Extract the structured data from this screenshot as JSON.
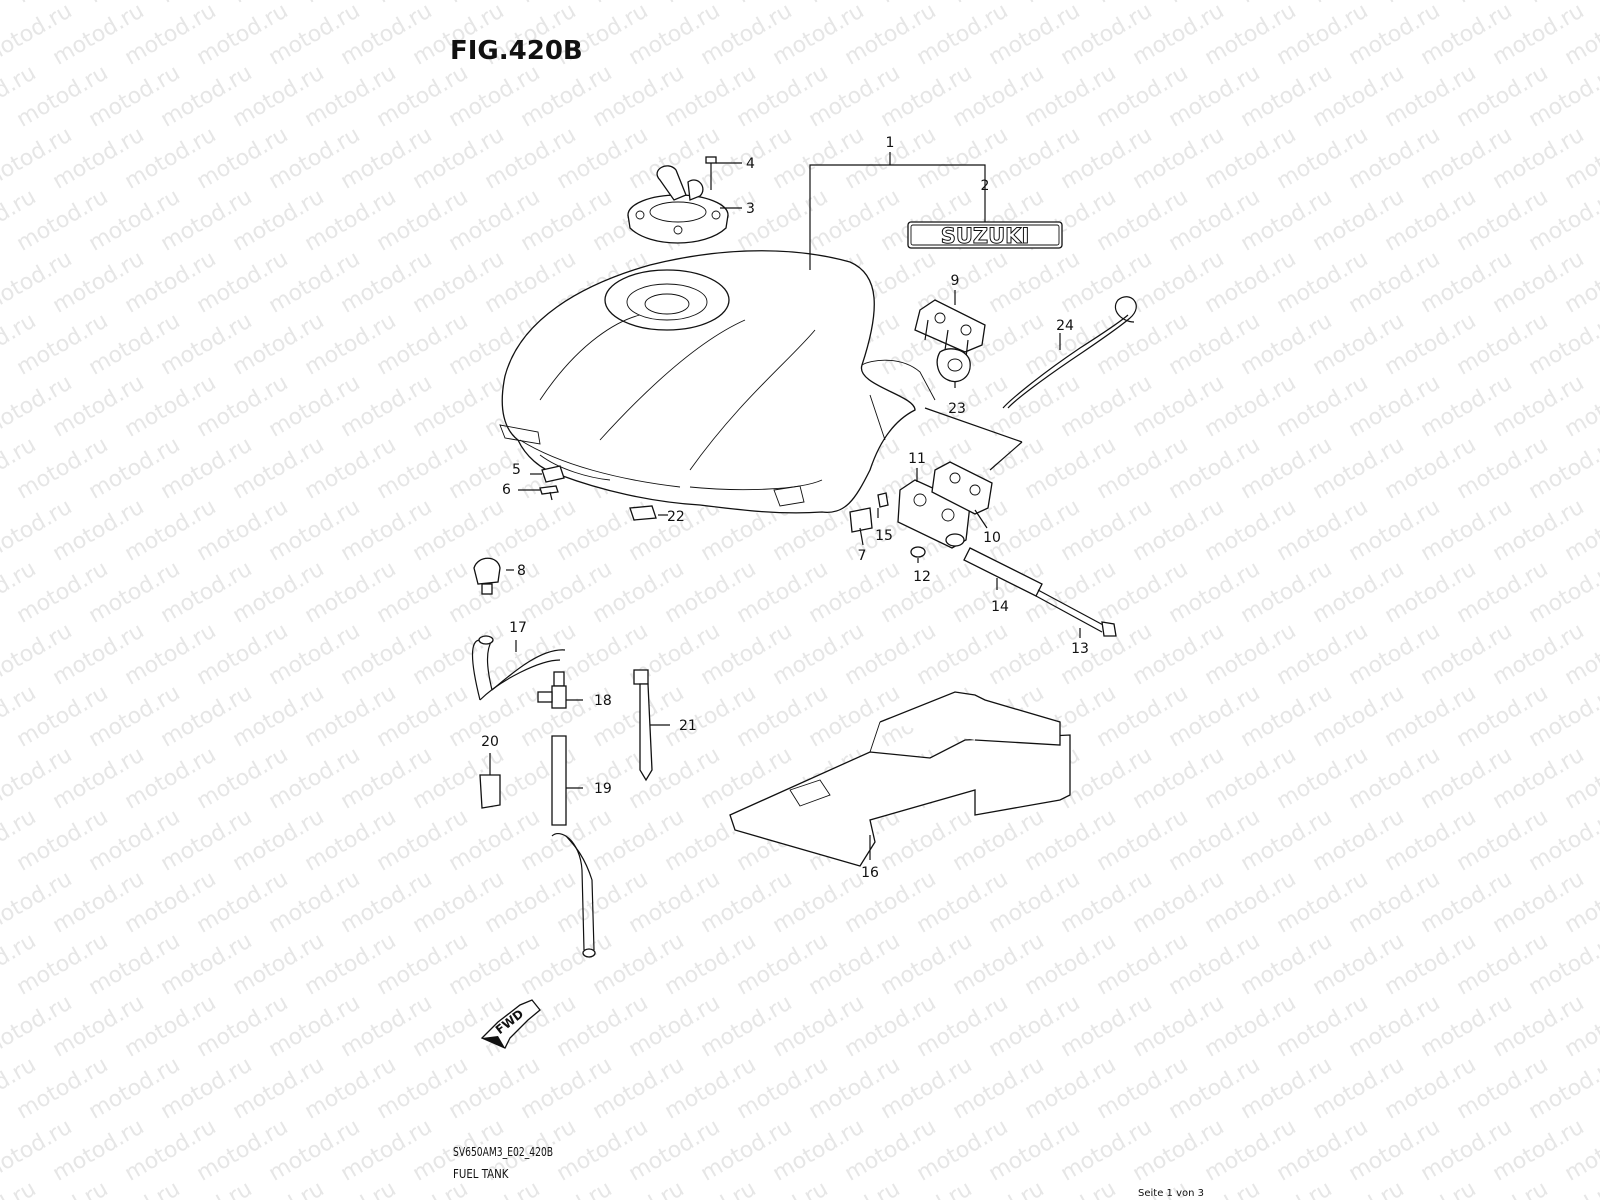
{
  "figure": {
    "title": "FIG.420B",
    "code": "SV650AM3_E02_420B",
    "caption": "FUEL TANK",
    "pager": "Seite 1 von 3"
  },
  "watermark": {
    "text": "motod.ru"
  },
  "emblem": {
    "text": "SUZUKI"
  },
  "direction": {
    "text": "FWD"
  },
  "callouts": [
    "1",
    "2",
    "3",
    "4",
    "5",
    "6",
    "7",
    "8",
    "9",
    "10",
    "11",
    "12",
    "13",
    "14",
    "15",
    "16",
    "17",
    "18",
    "19",
    "20",
    "21",
    "22",
    "23",
    "24"
  ]
}
